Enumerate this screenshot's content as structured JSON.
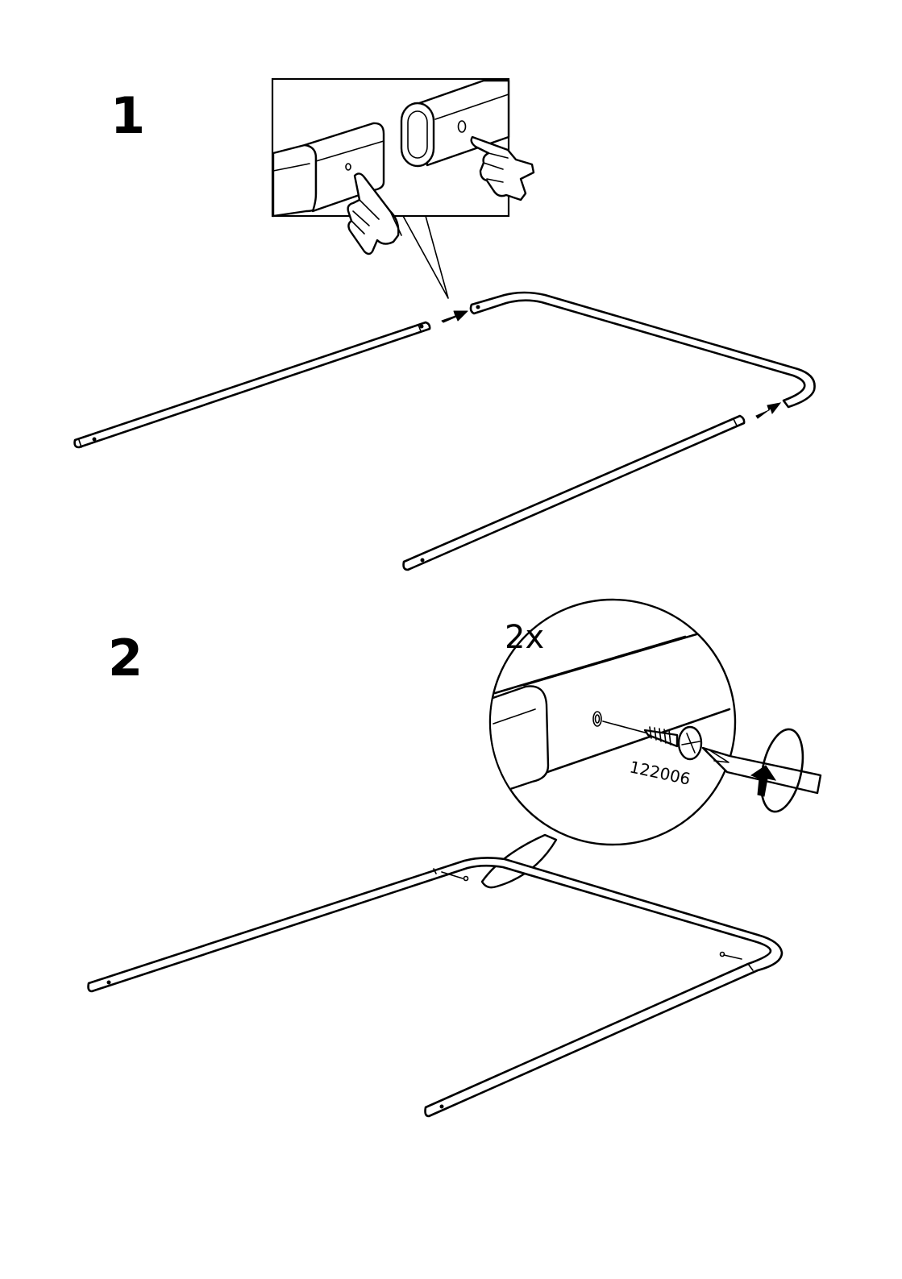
{
  "steps": [
    {
      "number": "1"
    },
    {
      "number": "2",
      "quantity": "2x",
      "part_number": "122006"
    }
  ]
}
